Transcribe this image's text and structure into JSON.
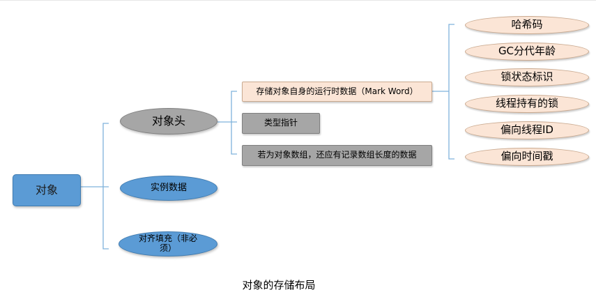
{
  "diagram": {
    "root": {
      "label": "对象"
    },
    "level1": [
      {
        "id": "header",
        "label": "对象头"
      },
      {
        "id": "instance",
        "label": "实例数据"
      },
      {
        "id": "padding",
        "label": "对齐填充（非必须）"
      }
    ],
    "header_children": [
      {
        "id": "markword",
        "label": "存储对象自身的运行时数据（Mark Word）"
      },
      {
        "id": "klass",
        "label": "类型指针"
      },
      {
        "id": "arraylen",
        "label": "若为对象数组，还应有记录数组长度的数据"
      }
    ],
    "markword_children": [
      {
        "label": "哈希码"
      },
      {
        "label": "GC分代年龄"
      },
      {
        "label": "锁状态标识"
      },
      {
        "label": "线程持有的锁"
      },
      {
        "label": "偏向线程ID"
      },
      {
        "label": "偏向时间戳"
      }
    ],
    "caption": "对象的存储布局",
    "colors": {
      "blue": "#5b9bd5",
      "gray": "#a6a6a6",
      "peach": "#fbe5d6",
      "connector": "#7fb2dc"
    }
  }
}
